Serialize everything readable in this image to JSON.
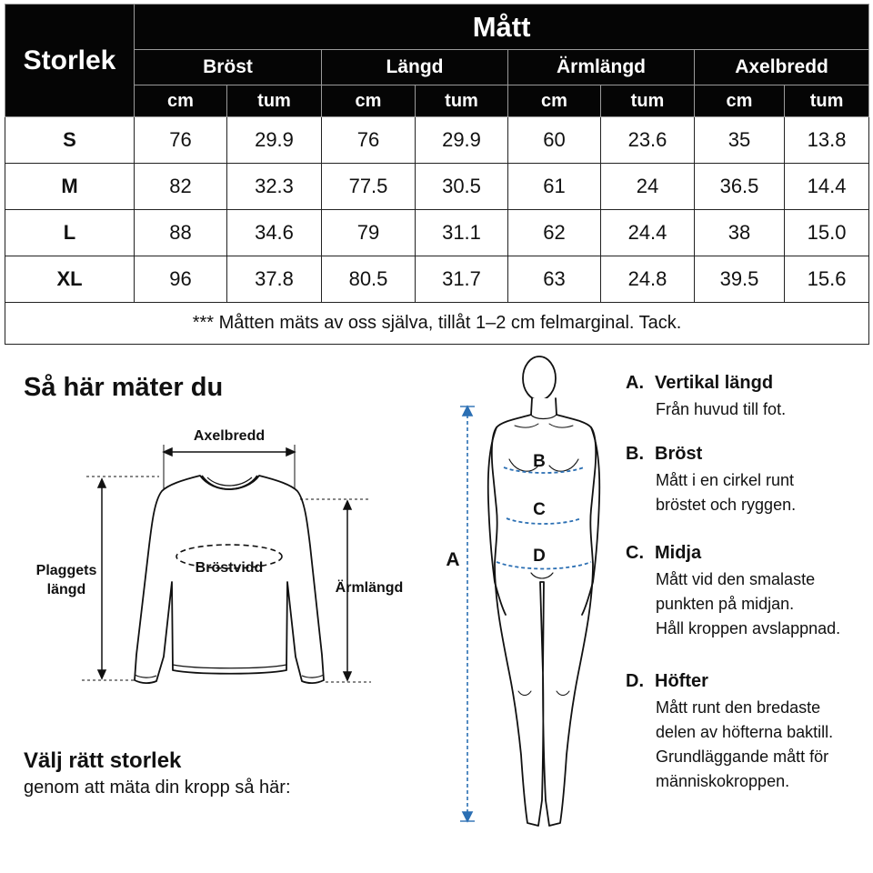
{
  "table": {
    "storlek_label": "Storlek",
    "matt_label": "Mått",
    "measure_groups": [
      "Bröst",
      "Längd",
      "Ärmlängd",
      "Axelbredd"
    ],
    "unit_labels": [
      "cm",
      "tum",
      "cm",
      "tum",
      "cm",
      "tum",
      "cm",
      "tum"
    ],
    "rows": [
      {
        "size": "S",
        "values": [
          "76",
          "29.9",
          "76",
          "29.9",
          "60",
          "23.6",
          "35",
          "13.8"
        ]
      },
      {
        "size": "M",
        "values": [
          "82",
          "32.3",
          "77.5",
          "30.5",
          "61",
          "24",
          "36.5",
          "14.4"
        ]
      },
      {
        "size": "L",
        "values": [
          "88",
          "34.6",
          "79",
          "31.1",
          "62",
          "24.4",
          "38",
          "15.0"
        ]
      },
      {
        "size": "XL",
        "values": [
          "96",
          "37.8",
          "80.5",
          "31.7",
          "63",
          "24.8",
          "39.5",
          "15.6"
        ]
      }
    ],
    "footnote": "*** Måtten mäts av oss själva, tillåt 1–2 cm felmarginal. Tack."
  },
  "howto": {
    "title": "Så här mäter du",
    "shirt_labels": {
      "shoulder": "Axelbredd",
      "chest": "Bröstvidd",
      "length_line1": "Plaggets",
      "length_line2": "längd",
      "sleeve": "Ärmlängd"
    },
    "choose_title": "Välj rätt storlek",
    "choose_sub": "genom att mäta din kropp så här:"
  },
  "body_figure": {
    "label_a": "A",
    "label_b": "B",
    "label_c": "C",
    "label_d": "D"
  },
  "legend": [
    {
      "letter": "A.",
      "title": "Vertikal längd",
      "lines": [
        "Från huvud till fot."
      ]
    },
    {
      "letter": "B.",
      "title": "Bröst",
      "lines": [
        "Mått i en cirkel runt",
        "bröstet och ryggen."
      ]
    },
    {
      "letter": "C.",
      "title": "Midja",
      "lines": [
        "Mått vid den smalaste",
        "punkten på midjan.",
        "Håll kroppen avslappnad."
      ]
    },
    {
      "letter": "D.",
      "title": "Höfter",
      "lines": [
        "Mått runt den bredaste",
        "delen av höfterna baktill.",
        "Grundläggande mått för",
        "människokroppen."
      ]
    }
  ],
  "colors": {
    "header_bg": "#050505",
    "measure_line": "#2b6fb3"
  }
}
